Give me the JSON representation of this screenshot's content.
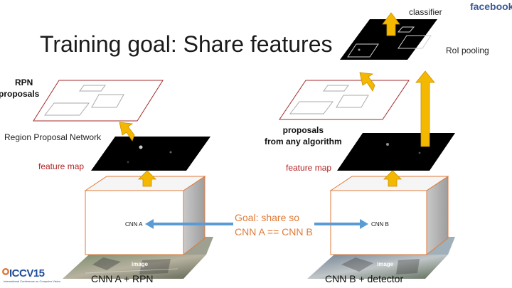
{
  "slide": {
    "title": "Training goal: Share features",
    "brand": "facebook",
    "left": {
      "rpn_proposals": [
        "RPN",
        "proposals"
      ],
      "region_proposal_network": "Region Proposal Network",
      "feature_map": "feature map",
      "cnn_label": "CNN A",
      "image_label": "image",
      "caption": "CNN A + RPN"
    },
    "right": {
      "classifier": "classifier",
      "roi_pooling": "RoI pooling",
      "proposals_any": [
        "proposals",
        "from any algorithm"
      ],
      "feature_map": "feature map",
      "cnn_label": "CNN B",
      "image_label": "image",
      "caption": "CNN B + detector"
    },
    "goal": [
      "Goal: share so",
      "CNN A == CNN B"
    ],
    "logo": {
      "text": "ICCV15",
      "subtext": "International Conference on Computer Vision"
    },
    "colors": {
      "arrow": "#f5b800",
      "arrow_edge": "#c98f00",
      "proposal_border": "#a52a2a",
      "box_border": "#e07b39",
      "goal_text": "#e07b39",
      "double_arrow": "#5b9bd5",
      "feature_map_fill": "#000000",
      "feature_map_label": "#b22222",
      "brand": "#3b5998"
    }
  }
}
